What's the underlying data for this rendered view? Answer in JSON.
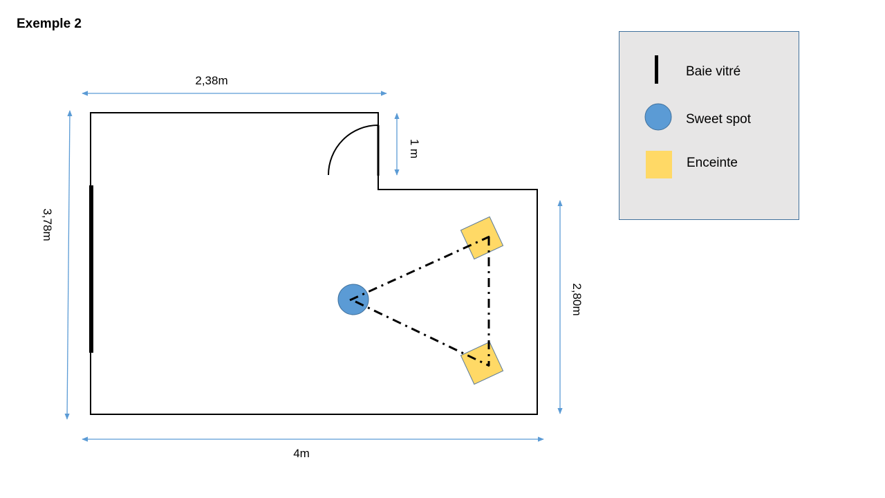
{
  "title": "Exemple 2",
  "dimensions": {
    "top_width": "2,38m",
    "left_height": "3,78m",
    "door_depth": "1 m",
    "right_height": "2,80m",
    "bottom_width": "4m"
  },
  "legend": {
    "items": [
      {
        "label": "Baie vitré",
        "icon": "window-bar-icon"
      },
      {
        "label": "Sweet spot",
        "icon": "circle-icon"
      },
      {
        "label": "Enceinte",
        "icon": "square-icon"
      }
    ]
  },
  "colors": {
    "dimension": "#5B9BD5",
    "sweet_spot": "#5B9BD5",
    "speaker": "#FFD966",
    "legend_bg": "#E7E6E6",
    "legend_border": "#41719C"
  }
}
